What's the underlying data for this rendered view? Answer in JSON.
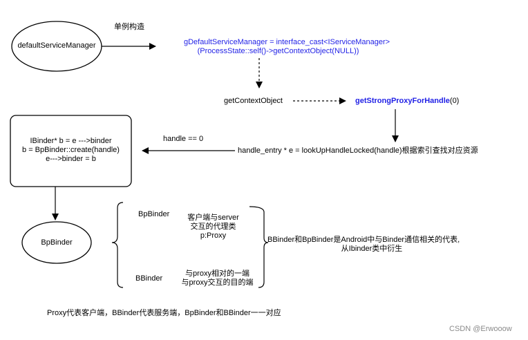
{
  "nodes": {
    "default_service_manager": "defaultServiceManager",
    "singleton_label": "单例构造",
    "g_default_line1": "gDefaultServiceManager = interface_cast<IServiceManager>",
    "g_default_line2": "(ProcessState::self()->getContextObject(NULL))",
    "get_context_object": "getContextObject",
    "get_strong_proxy_name": "getStrongProxyForHandle",
    "get_strong_proxy_arg": "(0)",
    "handle_eq": "handle == 0",
    "handle_entry": "handle_entry * e = lookUpHandleLocked(handle)根据索引查找对应资源",
    "binder_box": {
      "line1": "IBinder* b = e --->binder",
      "line2": "b = BpBinder::create(handle)",
      "line3": "e--->binder = b"
    },
    "bpbinder_ellipse": "BpBinder"
  },
  "brace_group": {
    "bpbinder_label": "BpBinder",
    "bpbinder_desc": [
      "客户端与server",
      "交互的代理类",
      "p:Proxy"
    ],
    "bbinder_label": "BBinder",
    "bbinder_desc": [
      "与proxy相对的一端",
      "与proxy交互的目的端"
    ],
    "summary": [
      "BBinder和BpBinder是Android中与Binder通信相关的代表,",
      "从Ibinder类中衍生"
    ]
  },
  "footer_note": "Proxy代表客户端，BBinder代表服务端，BpBinder和BBinder一一对应",
  "watermark": "CSDN @Erwooow",
  "colors": {
    "accent_blue": "#1f1fe6",
    "stroke": "#000000",
    "watermark": "#8a8a8a"
  }
}
